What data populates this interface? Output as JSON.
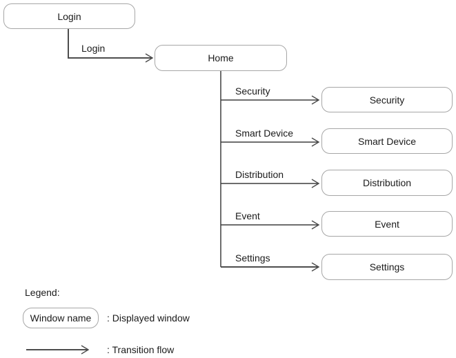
{
  "diagram": {
    "nodes": [
      {
        "id": "login",
        "label": "Login"
      },
      {
        "id": "home",
        "label": "Home"
      },
      {
        "id": "security",
        "label": "Security"
      },
      {
        "id": "smart-device",
        "label": "Smart Device"
      },
      {
        "id": "distribution",
        "label": "Distribution"
      },
      {
        "id": "event",
        "label": "Event"
      },
      {
        "id": "settings",
        "label": "Settings"
      }
    ],
    "edges": [
      {
        "from": "Login",
        "to": "Home",
        "label": "Login"
      },
      {
        "from": "Home",
        "to": "Security",
        "label": "Security"
      },
      {
        "from": "Home",
        "to": "Smart Device",
        "label": "Smart Device"
      },
      {
        "from": "Home",
        "to": "Distribution",
        "label": "Distribution"
      },
      {
        "from": "Home",
        "to": "Event",
        "label": "Event"
      },
      {
        "from": "Home",
        "to": "Settings",
        "label": "Settings"
      }
    ]
  },
  "legend": {
    "title": "Legend:",
    "window_box_label": "Window name",
    "window_description": ": Displayed window",
    "arrow_description": ": Transition flow"
  },
  "colors": {
    "background": "#ffffff",
    "box_border": "#a6a6a6",
    "box_fill": "#ffffff",
    "connector": "#4a4a4a",
    "text": "#1a1a1a"
  }
}
